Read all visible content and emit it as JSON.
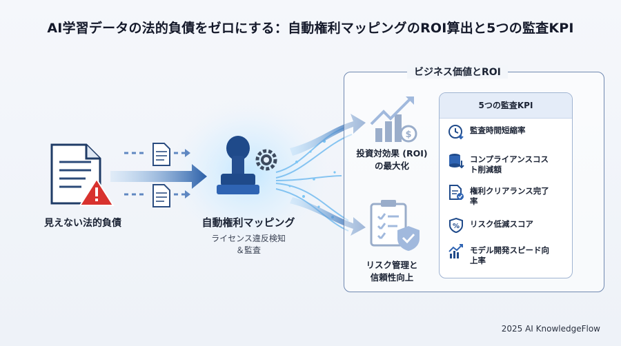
{
  "title": "AI学習データの法的負債をゼロにする：自動権利マッピングのROI算出と5つの監査KPI",
  "source": {
    "label": "見えない法的負債"
  },
  "center": {
    "label": "自動権利マッピング",
    "sub_line1": "ライセンス違反検知",
    "sub_line2": "＆監査"
  },
  "panel": {
    "title": "ビジネス価値とROI",
    "roi_line1": "投資対効果 (ROI)",
    "roi_line2": "の最大化",
    "risk_line1": "リスク管理と",
    "risk_line2": "信頼性向上",
    "kpi_title": "5つの監査KPI",
    "kpis": [
      {
        "line1": "監査時間短縮率",
        "line2": ""
      },
      {
        "line1": "コンプライアンスコス",
        "line2": "ト削減額"
      },
      {
        "line1": "権利クリアランス完了",
        "line2": "率"
      },
      {
        "line1": "リスク低減スコア",
        "line2": ""
      },
      {
        "line1": "モデル開発スピード向",
        "line2": "上率"
      }
    ]
  },
  "footer": "2025 AI KnowledgeFlow",
  "colors": {
    "accent": "#2f64b3",
    "dark_blue": "#1f4a8a",
    "warning_red": "#d8322e",
    "glow": "#58b6f0"
  }
}
